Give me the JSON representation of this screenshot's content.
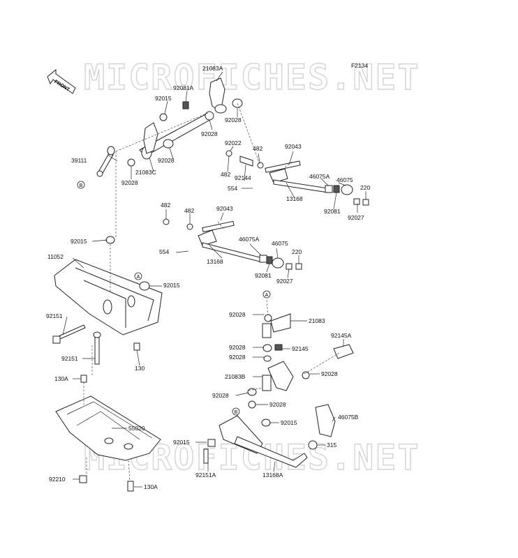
{
  "watermark": "MICROFICHES.NET",
  "figure_code": "F2134",
  "front_label": "FRONT",
  "refs": {
    "a": "A",
    "b": "B"
  },
  "labels": [
    "21083A",
    "92081A",
    "92015",
    "92028",
    "92028",
    "39111",
    "21083C",
    "92028",
    "92028",
    "92022",
    "482",
    "92043",
    "482",
    "92144",
    "46075A",
    "46075",
    "554",
    "13168",
    "92081",
    "92027",
    "220",
    "482",
    "482",
    "92043",
    "92015",
    "554",
    "46075A",
    "46075",
    "13168",
    "220",
    "92081",
    "92027",
    "11052",
    "92015",
    "92151",
    "92151",
    "130",
    "130A",
    "55020",
    "92210",
    "130A",
    "92028",
    "21083",
    "92028",
    "92145",
    "92145A",
    "92028",
    "21083B",
    "92028",
    "92028",
    "92028",
    "92015",
    "46075B",
    "92015",
    "315",
    "92151A",
    "13168A"
  ]
}
